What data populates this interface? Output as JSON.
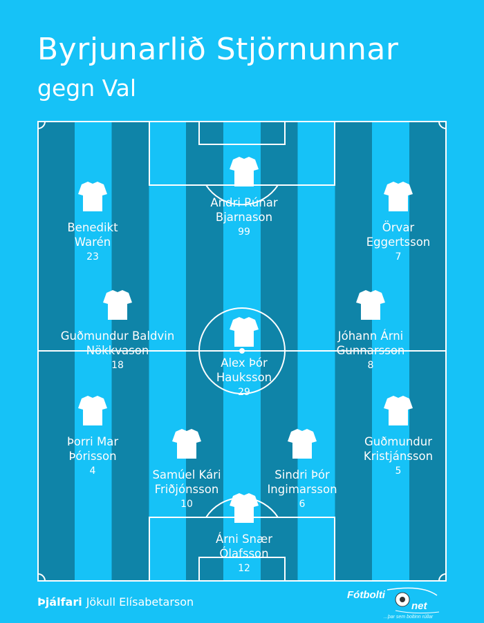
{
  "header": {
    "title": "Byrjunarlið Stjörnunnar",
    "subtitle": "gegn Val"
  },
  "colors": {
    "background": "#16c2f7",
    "stripe_dark": "#0f84a8",
    "lines": "#ffffff"
  },
  "players": [
    {
      "first": "Andri Rúnar",
      "last": "Bjarnason",
      "number": "99"
    },
    {
      "first": "Benedikt",
      "last": "Warén",
      "number": "23"
    },
    {
      "first": "Örvar",
      "last": "Eggertsson",
      "number": "7"
    },
    {
      "first": "Guðmundur Baldvin",
      "last": "Nökkvason",
      "number": "18"
    },
    {
      "first": "Jóhann Árni",
      "last": "Gunnarsson",
      "number": "8"
    },
    {
      "first": "Alex Þór",
      "last": "Hauksson",
      "number": "29"
    },
    {
      "first": "Þorri Mar",
      "last": "Þórisson",
      "number": "4"
    },
    {
      "first": "Guðmundur",
      "last": "Kristjánsson",
      "number": "5"
    },
    {
      "first": "Samúel Kári",
      "last": "Friðjónsson",
      "number": "10"
    },
    {
      "first": "Sindri Þór",
      "last": "Ingimarsson",
      "number": "6"
    },
    {
      "first": "Árni Snær",
      "last": "Ólafsson",
      "number": "12"
    }
  ],
  "footer": {
    "coach_label": "Þjálfari",
    "coach_name": "Jökull Elísabetarson",
    "logo_text": "Fótbolti net",
    "logo_tagline": "...þar sem boltinn rúllar"
  }
}
